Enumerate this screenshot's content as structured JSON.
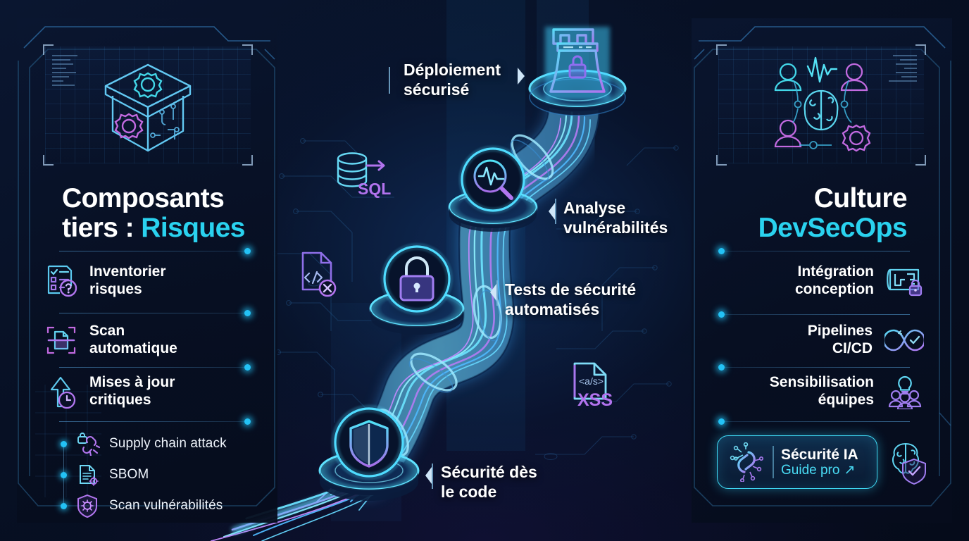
{
  "theme": {
    "bg_dark": "#060d1c",
    "accent_cyan": "#2ad2ef",
    "accent_blue": "#23c2f5",
    "accent_violet": "#a06ae0",
    "text_white": "#ffffff"
  },
  "left_panel": {
    "hero_icon": "open-box-gears-icon",
    "title_line1": "Composants",
    "title_line2_plain": "tiers :",
    "title_line2_accent": "Risques",
    "features": [
      {
        "icon": "checklist-question-icon",
        "label": "Inventorier\nrisques"
      },
      {
        "icon": "document-scan-icon",
        "label": "Scan\nautomatique"
      },
      {
        "icon": "arrow-up-clock-icon",
        "label": "Mises à jour\ncritiques"
      }
    ],
    "bullets": [
      {
        "icon": "broken-chain-lock-icon",
        "label": "Supply chain attack"
      },
      {
        "icon": "document-gear-icon",
        "label": "SBOM"
      },
      {
        "icon": "shield-bug-icon",
        "label": "Scan vulnérabilités"
      }
    ]
  },
  "right_panel": {
    "hero_icon": "brain-team-network-icon",
    "title_line1": "Culture",
    "title_line2_accent": "DevSecOps",
    "features": [
      {
        "icon": "blueprint-lock-icon",
        "label": "Intégration\nconception"
      },
      {
        "icon": "infinity-check-icon",
        "label": "Pipelines\nCI/CD"
      },
      {
        "icon": "bulb-team-icon",
        "label": "Sensibilisation\néquipes"
      }
    ],
    "cta": {
      "icon": "ai-chain-link-icon",
      "title": "Sécurité IA",
      "subtitle": "Guide pro",
      "arrow": "↗",
      "side_icon": "brain-shield-icon"
    }
  },
  "center": {
    "stages": [
      {
        "icon": "castle-lock-icon",
        "label": "Déploiement\nsécurisé",
        "side": "left"
      },
      {
        "icon": "magnifier-pulse-icon",
        "label": "Analyse\nvulnérabilités",
        "side": "right"
      },
      {
        "icon": "padlock-icon",
        "label": "Tests de sécurité\nautomatisés",
        "side": "right"
      },
      {
        "icon": "shield-icon",
        "label": "Sécurité dès\nle code",
        "side": "right"
      }
    ],
    "floating": [
      {
        "icon": "database-arrow-icon",
        "label": "SQL"
      },
      {
        "icon": "code-file-error-icon",
        "label": ""
      },
      {
        "icon": "xss-file-icon",
        "label": "XSS",
        "code": "<a/s>"
      }
    ]
  }
}
